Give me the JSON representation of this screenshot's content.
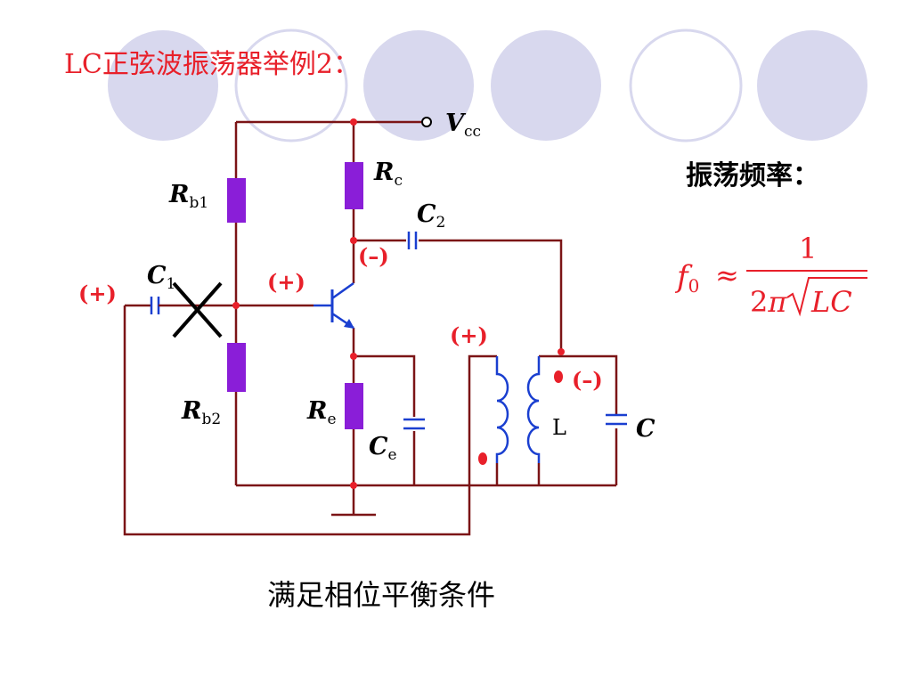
{
  "title": "LC正弦波振荡器举例2：",
  "caption": "满足相位平衡条件",
  "osc_freq_label": "振荡频率：",
  "formula": {
    "lhs_main": "f",
    "lhs_sub": "0",
    "approx": "≈",
    "numerator": "1",
    "den_prefix": "2",
    "den_pi": "π",
    "den_radicand": "LC"
  },
  "components": {
    "vcc": {
      "main": "V",
      "sub": "cc"
    },
    "rc": {
      "main": "R",
      "sub": "c"
    },
    "rb1": {
      "main": "R",
      "sub": "b1"
    },
    "rb2": {
      "main": "R",
      "sub": "b2"
    },
    "re": {
      "main": "R",
      "sub": "e"
    },
    "c1": {
      "main": "C",
      "sub": "1"
    },
    "c2": {
      "main": "C",
      "sub": "2"
    },
    "ce": {
      "main": "C",
      "sub": "e"
    },
    "c": {
      "main": "C"
    },
    "l": "L"
  },
  "polarity": {
    "input": "(+)",
    "base": "(+)",
    "collector": "(–)",
    "primary": "(+)",
    "secondary": "(–)"
  },
  "colors": {
    "wire": "#7b1416",
    "resistor": "#8a1ed8",
    "capacitor": "#1a3fd0",
    "inductor": "#1a3fd0",
    "accent": "#e8202a",
    "circle": "#d8d8ee"
  }
}
